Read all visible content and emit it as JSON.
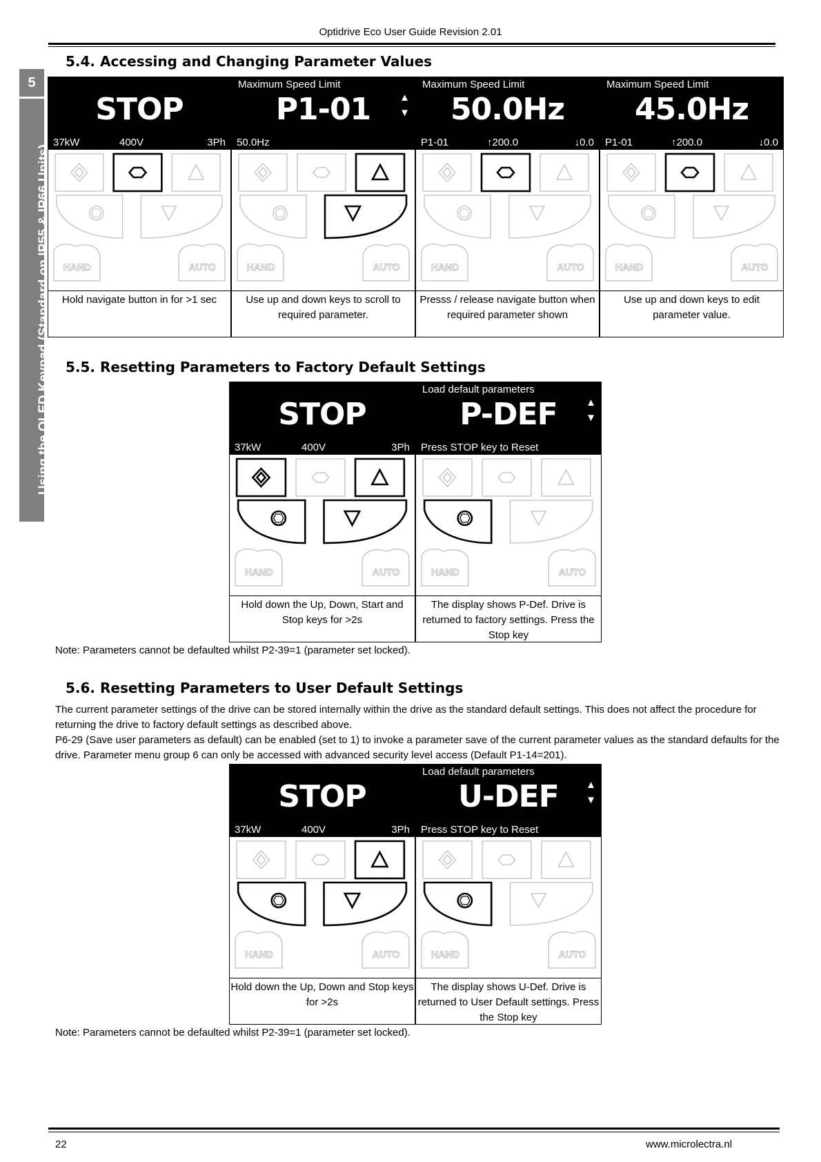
{
  "header": {
    "title": "Optidrive Eco User Guide Revision 2.01"
  },
  "sidebar": {
    "number": "5",
    "title": "Using the OLED Keypad (Standard on IP55 & IP66 Units)"
  },
  "section_54": {
    "heading": "5.4.   Accessing and Changing Parameter Values",
    "panels": [
      {
        "label": "",
        "big": "STOP",
        "arrows": "",
        "status": [
          "37kW",
          "400V",
          "3Ph"
        ],
        "caption": "Hold navigate button in for >1 sec"
      },
      {
        "label": "Maximum Speed Limit",
        "big": "P1-01",
        "arrows": "▲\n▼",
        "status": [
          "50.0Hz",
          "",
          ""
        ],
        "caption": "Use up and down keys to scroll to required parameter."
      },
      {
        "label": "Maximum Speed Limit",
        "big": "50.0Hz",
        "arrows": "",
        "status": [
          "P1-01",
          "↑200.0",
          "↓0.0"
        ],
        "caption": "Presss / release navigate button when required parameter shown"
      },
      {
        "label": "Maximum Speed Limit",
        "big": "45.0Hz",
        "arrows": "",
        "status": [
          "P1-01",
          "↑200.0",
          "↓0.0"
        ],
        "caption": "Use up and down keys to edit parameter value."
      }
    ]
  },
  "section_55": {
    "heading": "5.5.   Resetting Parameters to Factory Default Settings",
    "panels": [
      {
        "label": "",
        "big": "STOP",
        "arrows": "",
        "status": [
          "37kW",
          "400V",
          "3Ph"
        ],
        "caption": "Hold down the Up, Down, Start and Stop keys for >2s"
      },
      {
        "label": "Load default parameters",
        "big": "P-DEF",
        "arrows": "▲\n▼",
        "status": [
          "Press STOP key to Reset",
          "",
          ""
        ],
        "caption": "The display shows P-Def. Drive is returned to factory settings. Press the Stop key"
      }
    ],
    "note": "Note: Parameters cannot be defaulted whilst P2-39=1 (parameter set locked)."
  },
  "section_56": {
    "heading": "5.6.   Resetting Parameters to User Default Settings",
    "paragraph1": "The current parameter settings of the drive can be stored internally within the drive as the standard default settings. This does not affect the procedure for returning the drive to factory default settings as described above.",
    "paragraph2": "P6-29 (Save user parameters as default) can be enabled (set to 1) to invoke a parameter save of the current parameter values as the standard defaults for the drive. Parameter menu group 6 can only be accessed with advanced security level access (Default P1-14=201).",
    "panels": [
      {
        "label": "",
        "big": "STOP",
        "arrows": "",
        "status": [
          "37kW",
          "400V",
          "3Ph"
        ],
        "caption": "Hold down the Up, Down and Stop keys for >2s"
      },
      {
        "label": "Load default parameters",
        "big": "U-DEF",
        "arrows": "▲\n▼",
        "status": [
          "Press STOP key to Reset",
          "",
          ""
        ],
        "caption": "The display shows U-Def. Drive is returned to User Default settings. Press the Stop key"
      }
    ],
    "note": "Note: Parameters cannot be defaulted whilst P2-39=1 (parameter set locked)."
  },
  "keypad_labels": {
    "hand": "HAND",
    "auto": "AUTO"
  },
  "footer": {
    "page": "22",
    "url": "www.microlectra.nl"
  }
}
